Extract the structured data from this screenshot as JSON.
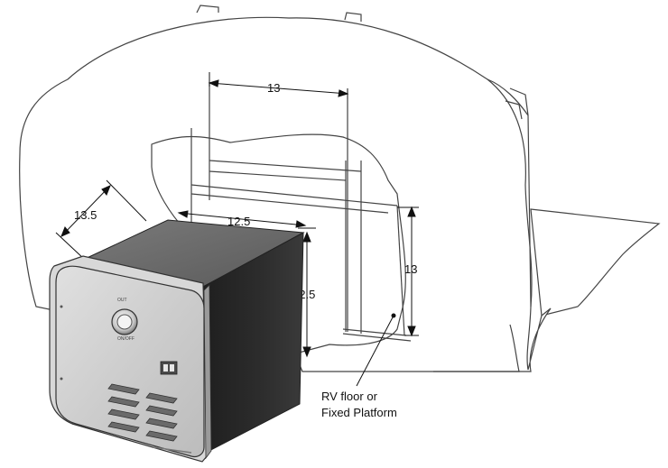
{
  "diagram": {
    "dimensions": {
      "opening_width": "13",
      "opening_height": "13",
      "unit_depth": "13.5",
      "unit_width": "12.5",
      "unit_height": "12.5"
    },
    "callout": {
      "line1": "RV floor or",
      "line2": "Fixed Platform"
    }
  }
}
